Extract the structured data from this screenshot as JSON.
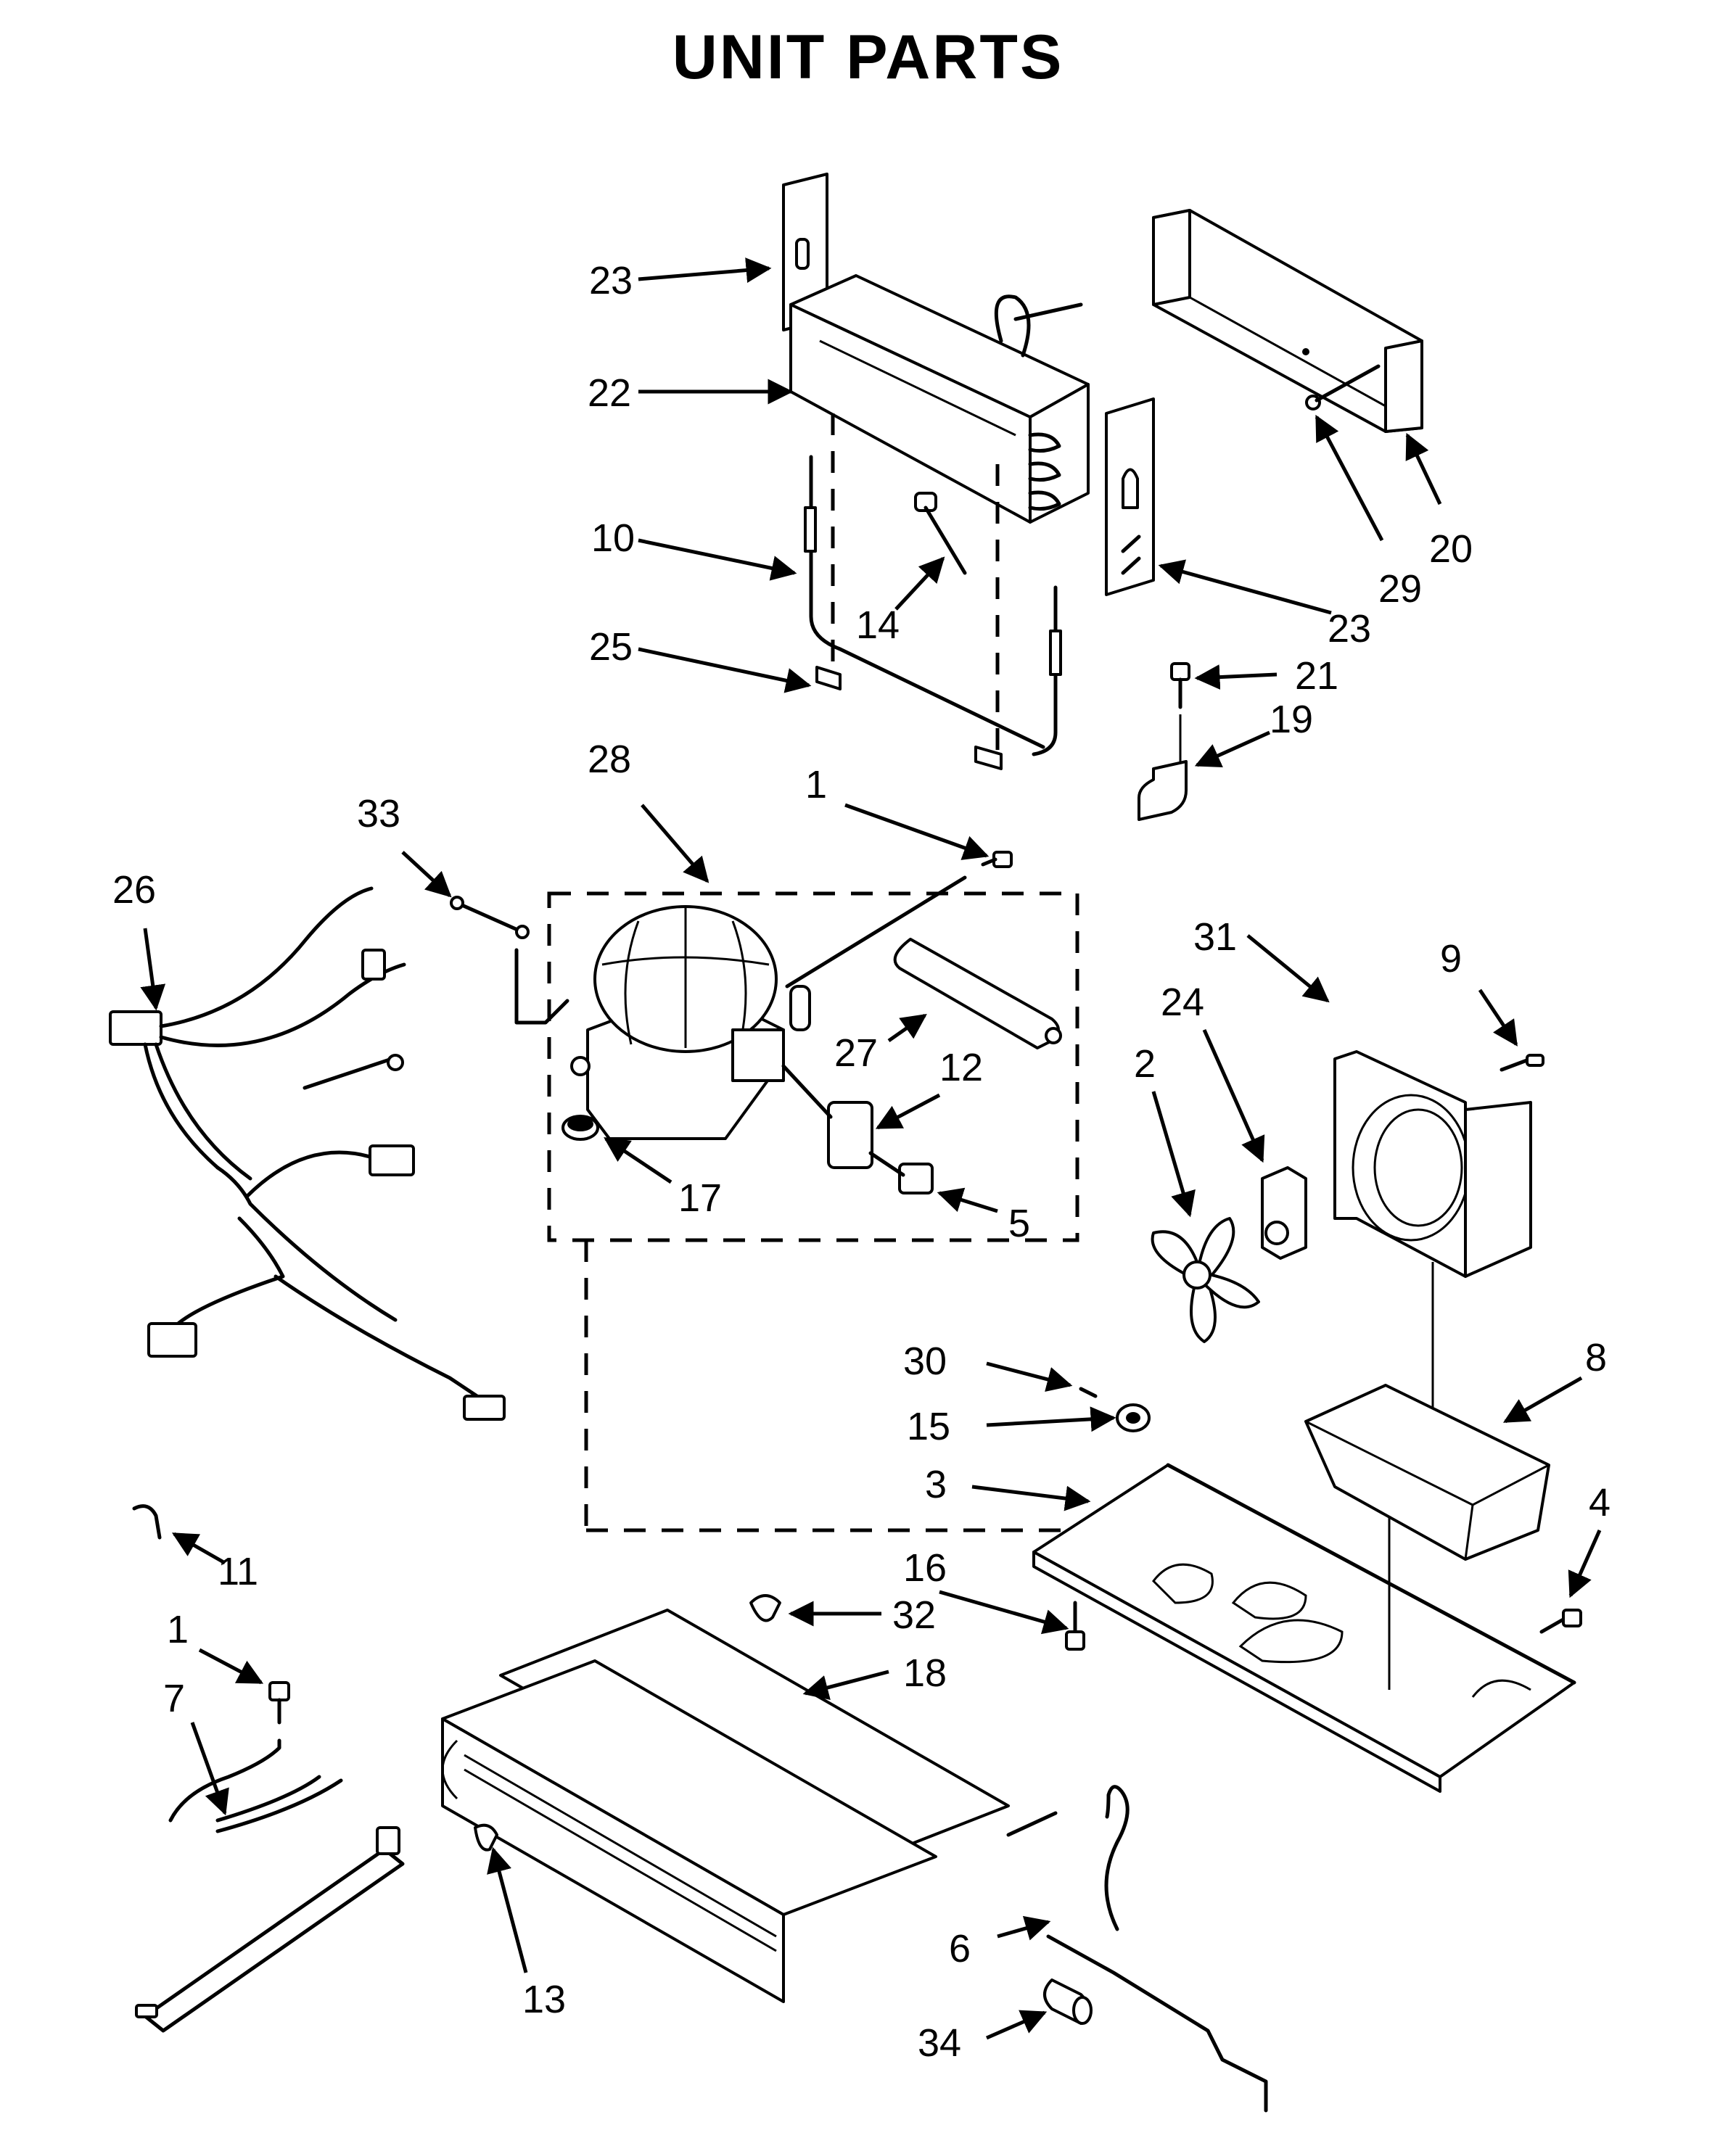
{
  "title": "UNIT PARTS",
  "callouts": [
    {
      "id": "c23a",
      "label": "23"
    },
    {
      "id": "c22",
      "label": "22"
    },
    {
      "id": "c10",
      "label": "10"
    },
    {
      "id": "c14",
      "label": "14"
    },
    {
      "id": "c25",
      "label": "25"
    },
    {
      "id": "c23b",
      "label": "23"
    },
    {
      "id": "c29",
      "label": "29"
    },
    {
      "id": "c20",
      "label": "20"
    },
    {
      "id": "c21",
      "label": "21"
    },
    {
      "id": "c19",
      "label": "19"
    },
    {
      "id": "c28",
      "label": "28"
    },
    {
      "id": "c1a",
      "label": "1"
    },
    {
      "id": "c33",
      "label": "33"
    },
    {
      "id": "c26",
      "label": "26"
    },
    {
      "id": "c27",
      "label": "27"
    },
    {
      "id": "c12",
      "label": "12"
    },
    {
      "id": "c17",
      "label": "17"
    },
    {
      "id": "c5",
      "label": "5"
    },
    {
      "id": "c31",
      "label": "31"
    },
    {
      "id": "c9",
      "label": "9"
    },
    {
      "id": "c24",
      "label": "24"
    },
    {
      "id": "c2",
      "label": "2"
    },
    {
      "id": "c30",
      "label": "30"
    },
    {
      "id": "c15",
      "label": "15"
    },
    {
      "id": "c8",
      "label": "8"
    },
    {
      "id": "c3",
      "label": "3"
    },
    {
      "id": "c4",
      "label": "4"
    },
    {
      "id": "c11",
      "label": "11"
    },
    {
      "id": "c16",
      "label": "16"
    },
    {
      "id": "c32",
      "label": "32"
    },
    {
      "id": "c1b",
      "label": "1"
    },
    {
      "id": "c7",
      "label": "7"
    },
    {
      "id": "c18",
      "label": "18"
    },
    {
      "id": "c13",
      "label": "13"
    },
    {
      "id": "c6",
      "label": "6"
    },
    {
      "id": "c34",
      "label": "34"
    }
  ]
}
